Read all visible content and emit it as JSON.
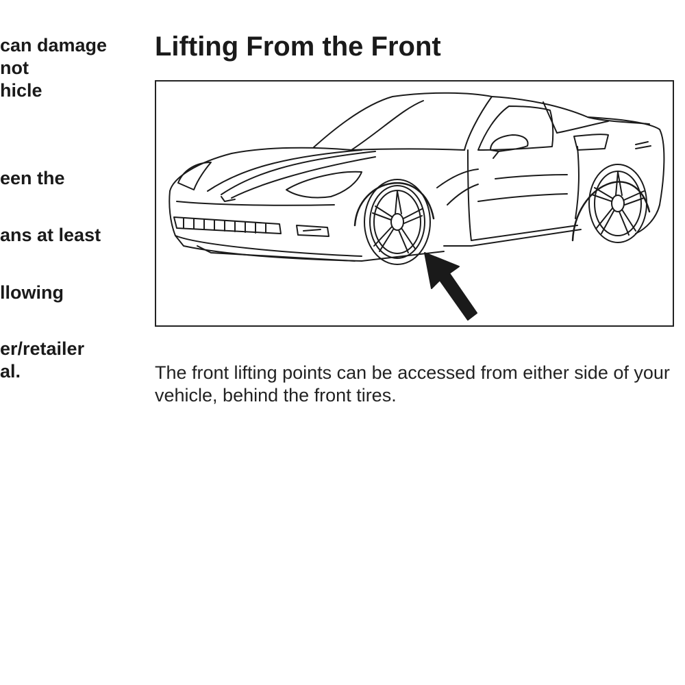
{
  "left_column": {
    "fragments": [
      "can damage",
      "not",
      "hicle",
      "een the",
      "ans at least",
      "llowing",
      "er/retailer",
      "al."
    ]
  },
  "section": {
    "title": "Lifting From the Front",
    "body": "The front lifting points can be accessed from either side of your vehicle, behind the front tires."
  },
  "figure": {
    "subject": "car-line-drawing",
    "pointer": "arrow-icon"
  }
}
